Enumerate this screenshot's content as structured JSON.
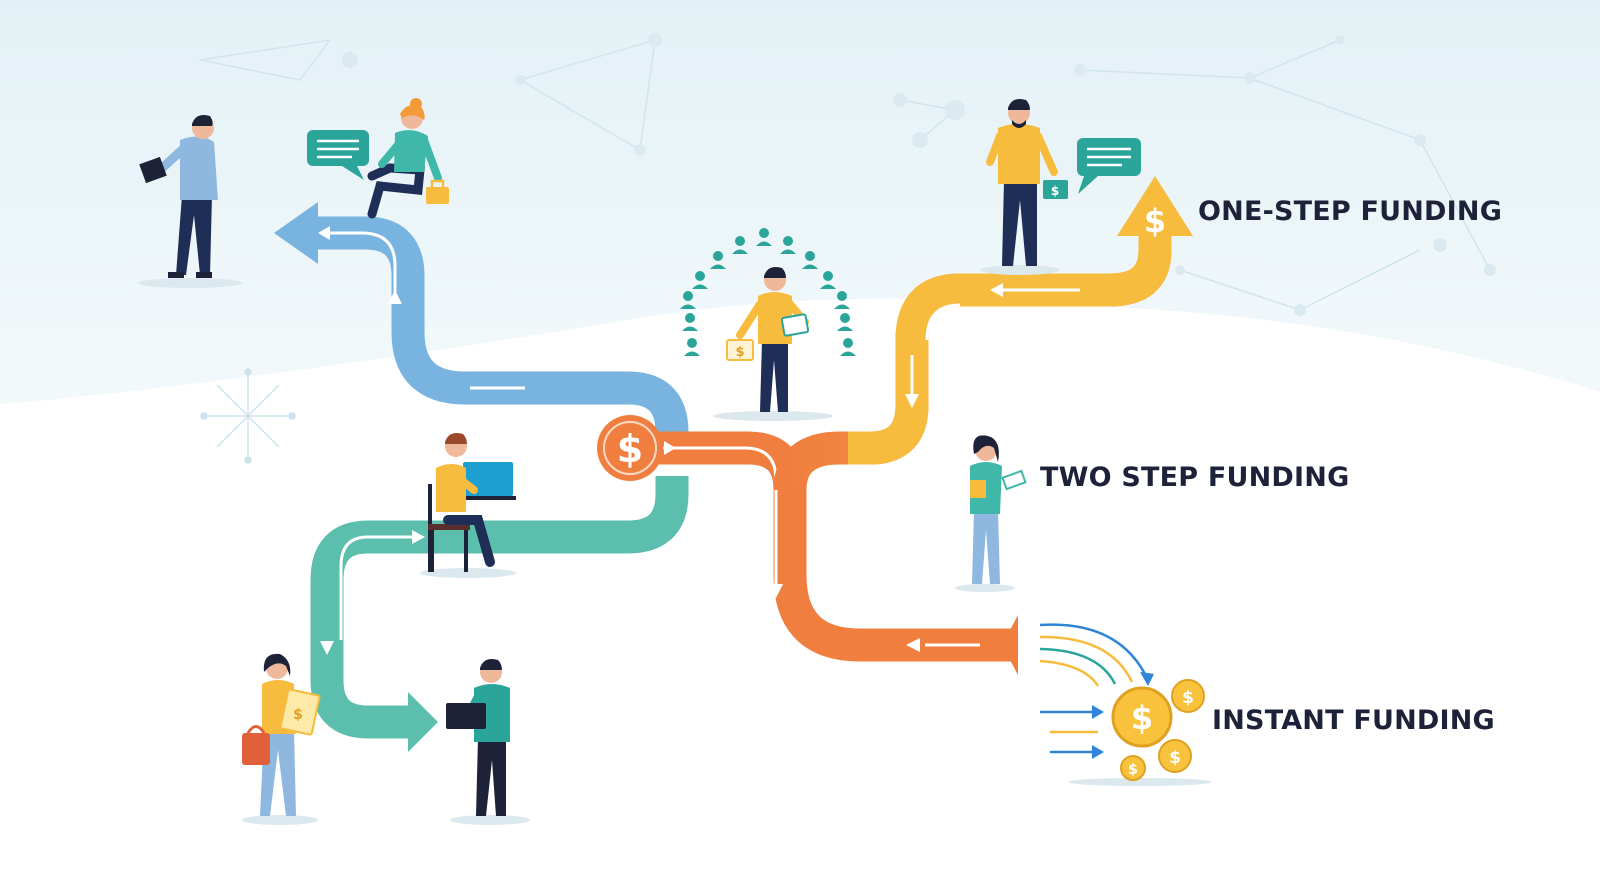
{
  "labels": {
    "one_step": "ONE-STEP FUNDING",
    "two_step": "TWO STEP FUNDING",
    "instant": "INSTANT FUNDING"
  },
  "symbols": {
    "currency": "$"
  },
  "colors": {
    "path_blue": "#79b4e0",
    "path_teal": "#5cbfae",
    "path_orange": "#f07f3f",
    "path_yellow": "#f7bb3e",
    "coin_gold": "#f9c23c",
    "bubble_teal": "#2ba59a",
    "text_dark": "#1d2238",
    "sky": "#eaf4f8"
  },
  "icons": [
    "currency-hub-icon",
    "dollar-coin-icon",
    "speech-bubble-icon",
    "briefcase-icon",
    "laptop-icon",
    "network-people-icon",
    "speed-arrows-icon"
  ]
}
